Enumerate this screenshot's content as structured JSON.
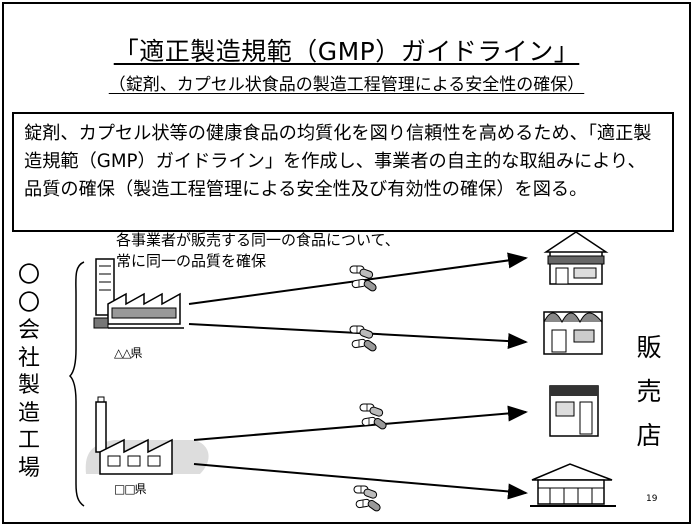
{
  "title": "「適正製造規範（GMP）ガイドライン」",
  "subtitle": "（錠剤、カプセル状食品の製造工程管理による安全性の確保）",
  "description": "錠剤、カプセル状等の健康食品の均質化を図り信頼性を高めるため、「適正製造規範（GMP）ガイドライン」を作成し、事業者の自主的な取組みにより、品質の確保（製造工程管理による安全性及び有効性の確保）を図る。",
  "note": [
    "各事業者が販売する同一の食品について、",
    "常に同一の品質を確保"
  ],
  "factory_group_label": [
    "〇",
    "〇",
    "会",
    "社",
    "製",
    "造",
    "工",
    "場"
  ],
  "prefecture_1": "△△県",
  "prefecture_2": "□□県",
  "store_label": [
    "販",
    "売",
    "店"
  ],
  "page_number": "19",
  "icons": {
    "factory_1": "factory-building-icon",
    "factory_2": "factory-smokestack-icon",
    "store": "store-icon",
    "capsules": "capsule-pills-icon"
  }
}
